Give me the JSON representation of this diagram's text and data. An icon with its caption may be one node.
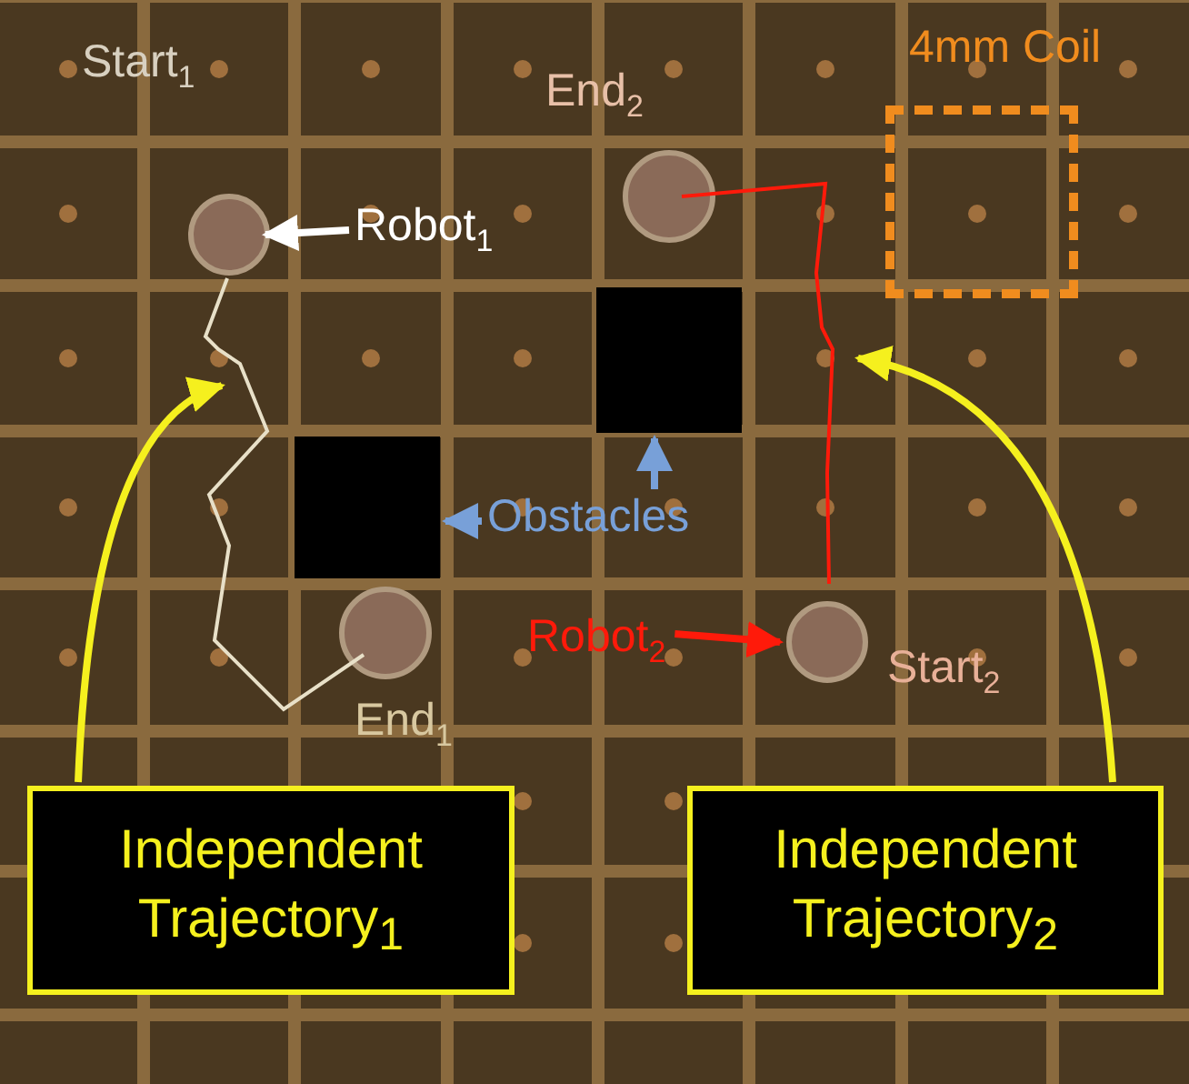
{
  "diagram": {
    "nodes": [
      {
        "text": [
          "Robot$_{1}$"
        ]
      },
      {
        "text": [],
        "shape": "circle"
      },
      {
        "text": [
          "Obstacles"
        ]
      },
      {
        "text": [],
        "shape": "box"
      },
      {
        "text": [],
        "shape": "box"
      },
      {
        "text": [
          "Robot$_{2}$"
        ]
      },
      {
        "text": [],
        "shape": "circle"
      },
      {
        "text": [
          "Independent Trajectory$_{1}$"
        ]
      },
      {
        "text": [],
        "shape": "line"
      },
      {
        "text": [
          "Independent Trajectory$_{2}$"
        ]
      },
      {
        "text": [],
        "shape": "line"
      },
      {
        "text": [
          "4mm Coil"
        ]
      },
      {
        "text": [],
        "shape": "circle"
      },
      {
        "text": [],
        "shape": "circle"
      }
    ],
    "edges": [
      {
        "from": 0,
        "to": 1,
        "arrow": "to",
        "color": "#ffffff"
      },
      {
        "from": 2,
        "to": 3,
        "arrow": "to",
        "color": "#78a0d8"
      },
      {
        "from": 2,
        "to": 4,
        "arrow": "to",
        "color": "#78a0d8"
      },
      {
        "from": 5,
        "to": 6,
        "arrow": "to",
        "color": "#ff1a0a"
      },
      {
        "from": 7,
        "to": 8,
        "arrow": "to",
        "color": "#f5f01e"
      },
      {
        "from": 9,
        "to": 10,
        "arrow": "to",
        "color": "#f5f01e"
      }
    ],
    "labels": [
      "Start$_{1}$",
      "End$_{2}$",
      "End$_{1}$",
      "Start$_{2}$"
    ]
  }
}
